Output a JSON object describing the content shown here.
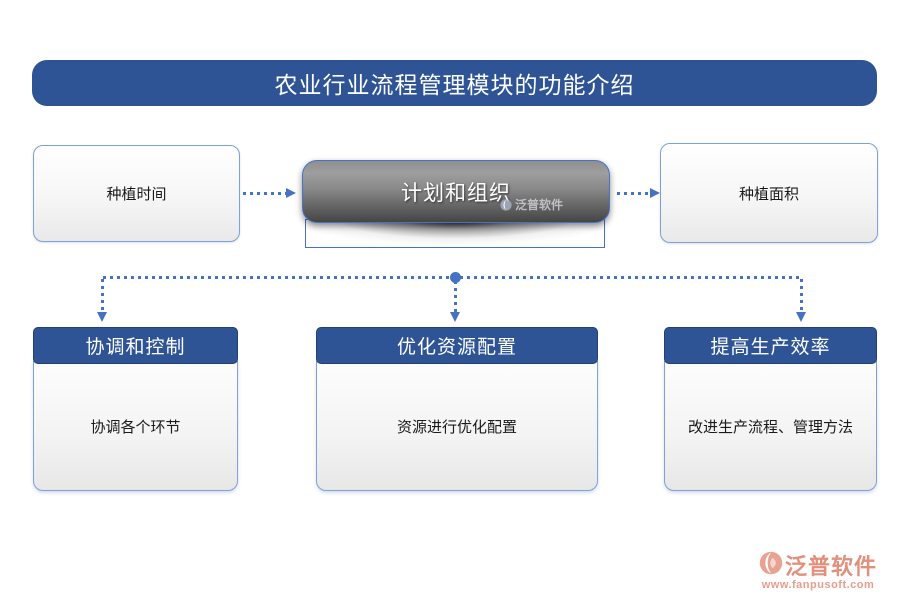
{
  "title": "农业行业流程管理模块的功能介绍",
  "colors": {
    "banner_blue": "#2F5496",
    "connector_blue": "#4472C4",
    "box_border_blue": "#7DA1D8",
    "logo_salmon": "#E2907C"
  },
  "flow": {
    "inputs": [
      {
        "label": "种植时间"
      },
      {
        "label": "种植面积"
      }
    ],
    "center": {
      "label": "计划和组织"
    },
    "outputs": [
      {
        "header": "协调和控制",
        "body": "协调各个环节"
      },
      {
        "header": "优化资源配置",
        "body": "资源进行优化配置"
      },
      {
        "header": "提高生产效率",
        "body": "改进生产流程、管理方法"
      }
    ]
  },
  "watermark": {
    "text": "泛普软件"
  },
  "footer": {
    "brand": "泛普软件",
    "url": "www.fanpusoft.com"
  }
}
